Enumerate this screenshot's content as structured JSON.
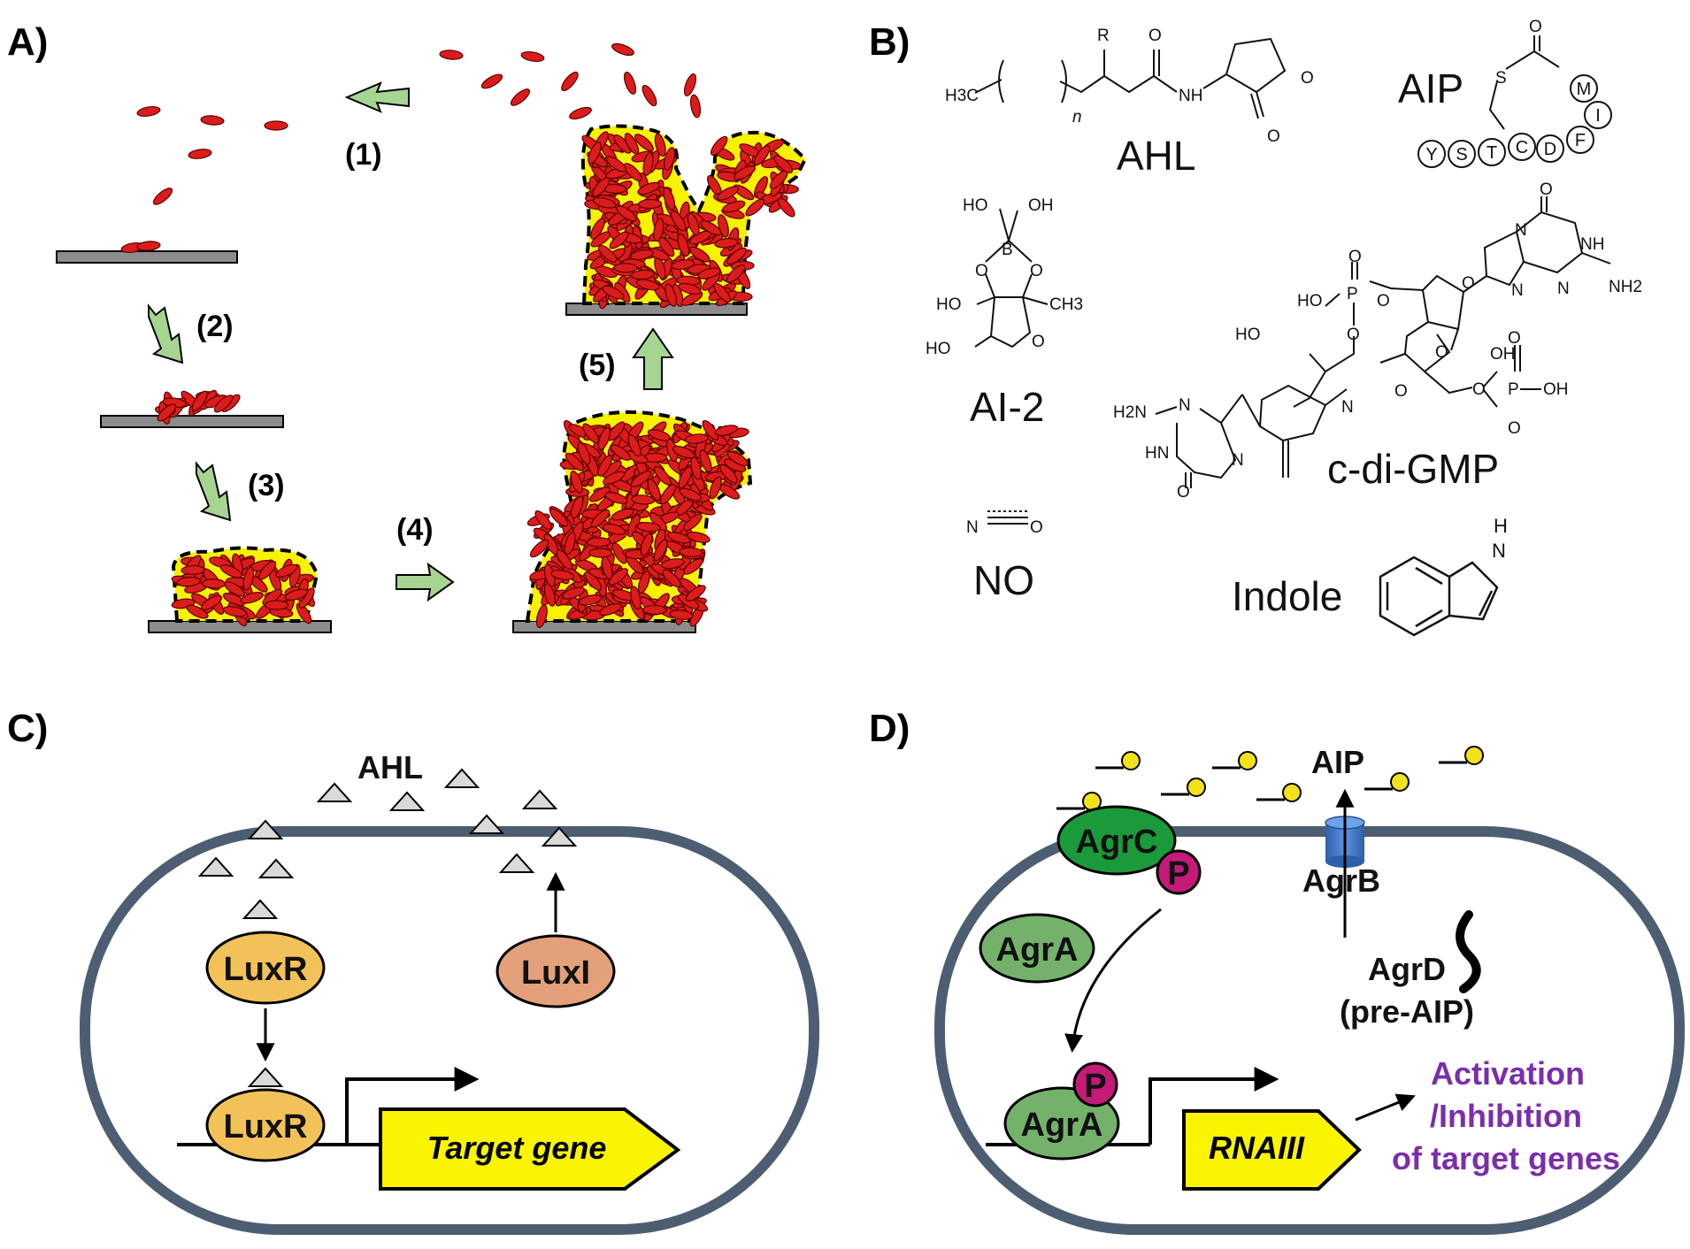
{
  "panels": {
    "a": {
      "label": "A)",
      "steps": [
        "(1)",
        "(2)",
        "(3)",
        "(4)",
        "(5)"
      ]
    },
    "b": {
      "label": "B)",
      "molecules": {
        "ahl": {
          "name": "AHL",
          "atoms": {
            "h3c": "H3C",
            "r": "R",
            "n": "n",
            "o1": "O",
            "nh": "NH",
            "o2": "O",
            "o3": "O"
          }
        },
        "aip": {
          "name": "AIP",
          "atoms": {
            "s": "S",
            "o": "O"
          },
          "residues": [
            "Y",
            "S",
            "T",
            "C",
            "D",
            "F",
            "I",
            "M"
          ]
        },
        "ai2": {
          "name": "AI-2",
          "atoms": {
            "ho1": "HO",
            "oh1": "OH",
            "b": "B",
            "o1": "O",
            "o2": "O",
            "ho2": "HO",
            "ch3": "CH3",
            "ho3": "HO",
            "o3": "O"
          }
        },
        "cdigmp": {
          "name": "c-di-GMP",
          "atoms": {
            "o_top": "O",
            "n1": "N",
            "nh1": "NH",
            "nh2a": "NH2",
            "n2": "N",
            "n3": "N",
            "o_p1": "O",
            "ho_p1": "HO",
            "p1": "P",
            "o_p1b": "O",
            "o_link1": "O",
            "o_ring1": "O",
            "o_p1c": "O",
            "ho_r1": "HO",
            "oh_r2": "OH",
            "o_p2a": "O",
            "p2": "P",
            "oh_p2": "OH",
            "o_p2b": "O",
            "o_link2": "O",
            "o_ring2": "O",
            "h2n": "H2N",
            "n4": "N",
            "n5": "N",
            "hn": "HN",
            "n6": "N",
            "o_bot": "O"
          }
        },
        "no": {
          "name": "NO",
          "atoms": {
            "n": "N",
            "o": "O"
          }
        },
        "indole": {
          "name": "Indole",
          "atoms": {
            "h": "H",
            "n": "N"
          }
        }
      }
    },
    "c": {
      "label": "C)",
      "signal": "AHL",
      "receptor": "LuxR",
      "receptor_bound": "LuxR",
      "synthase": "LuxI",
      "gene": "Target gene"
    },
    "d": {
      "label": "D)",
      "signal": "AIP",
      "kinase": "AgrC",
      "phospho": "P",
      "regulator": "AgrA",
      "regulator_bound": "AgrA",
      "phospho_bound": "P",
      "transporter": "AgrB",
      "precursor_name": "AgrD",
      "precursor_sub": "(pre-AIP)",
      "gene": "RNAIII",
      "effect": [
        "Activation",
        "/Inhibition",
        "of target genes"
      ]
    }
  },
  "colors": {
    "cell": "#dc1c1c",
    "matrix": "#f6f200",
    "arrow": "#a6d592",
    "surface": "#8c8c8c",
    "membrane": "#4d5e73",
    "luxr": "#f2c258",
    "luxi": "#e4a07b",
    "agr": "#74b26c",
    "phospho": "#c41a78",
    "aip_ball": "#f2e21a",
    "transporter": "#3e76c6",
    "effect_text": "#7a2eab"
  }
}
